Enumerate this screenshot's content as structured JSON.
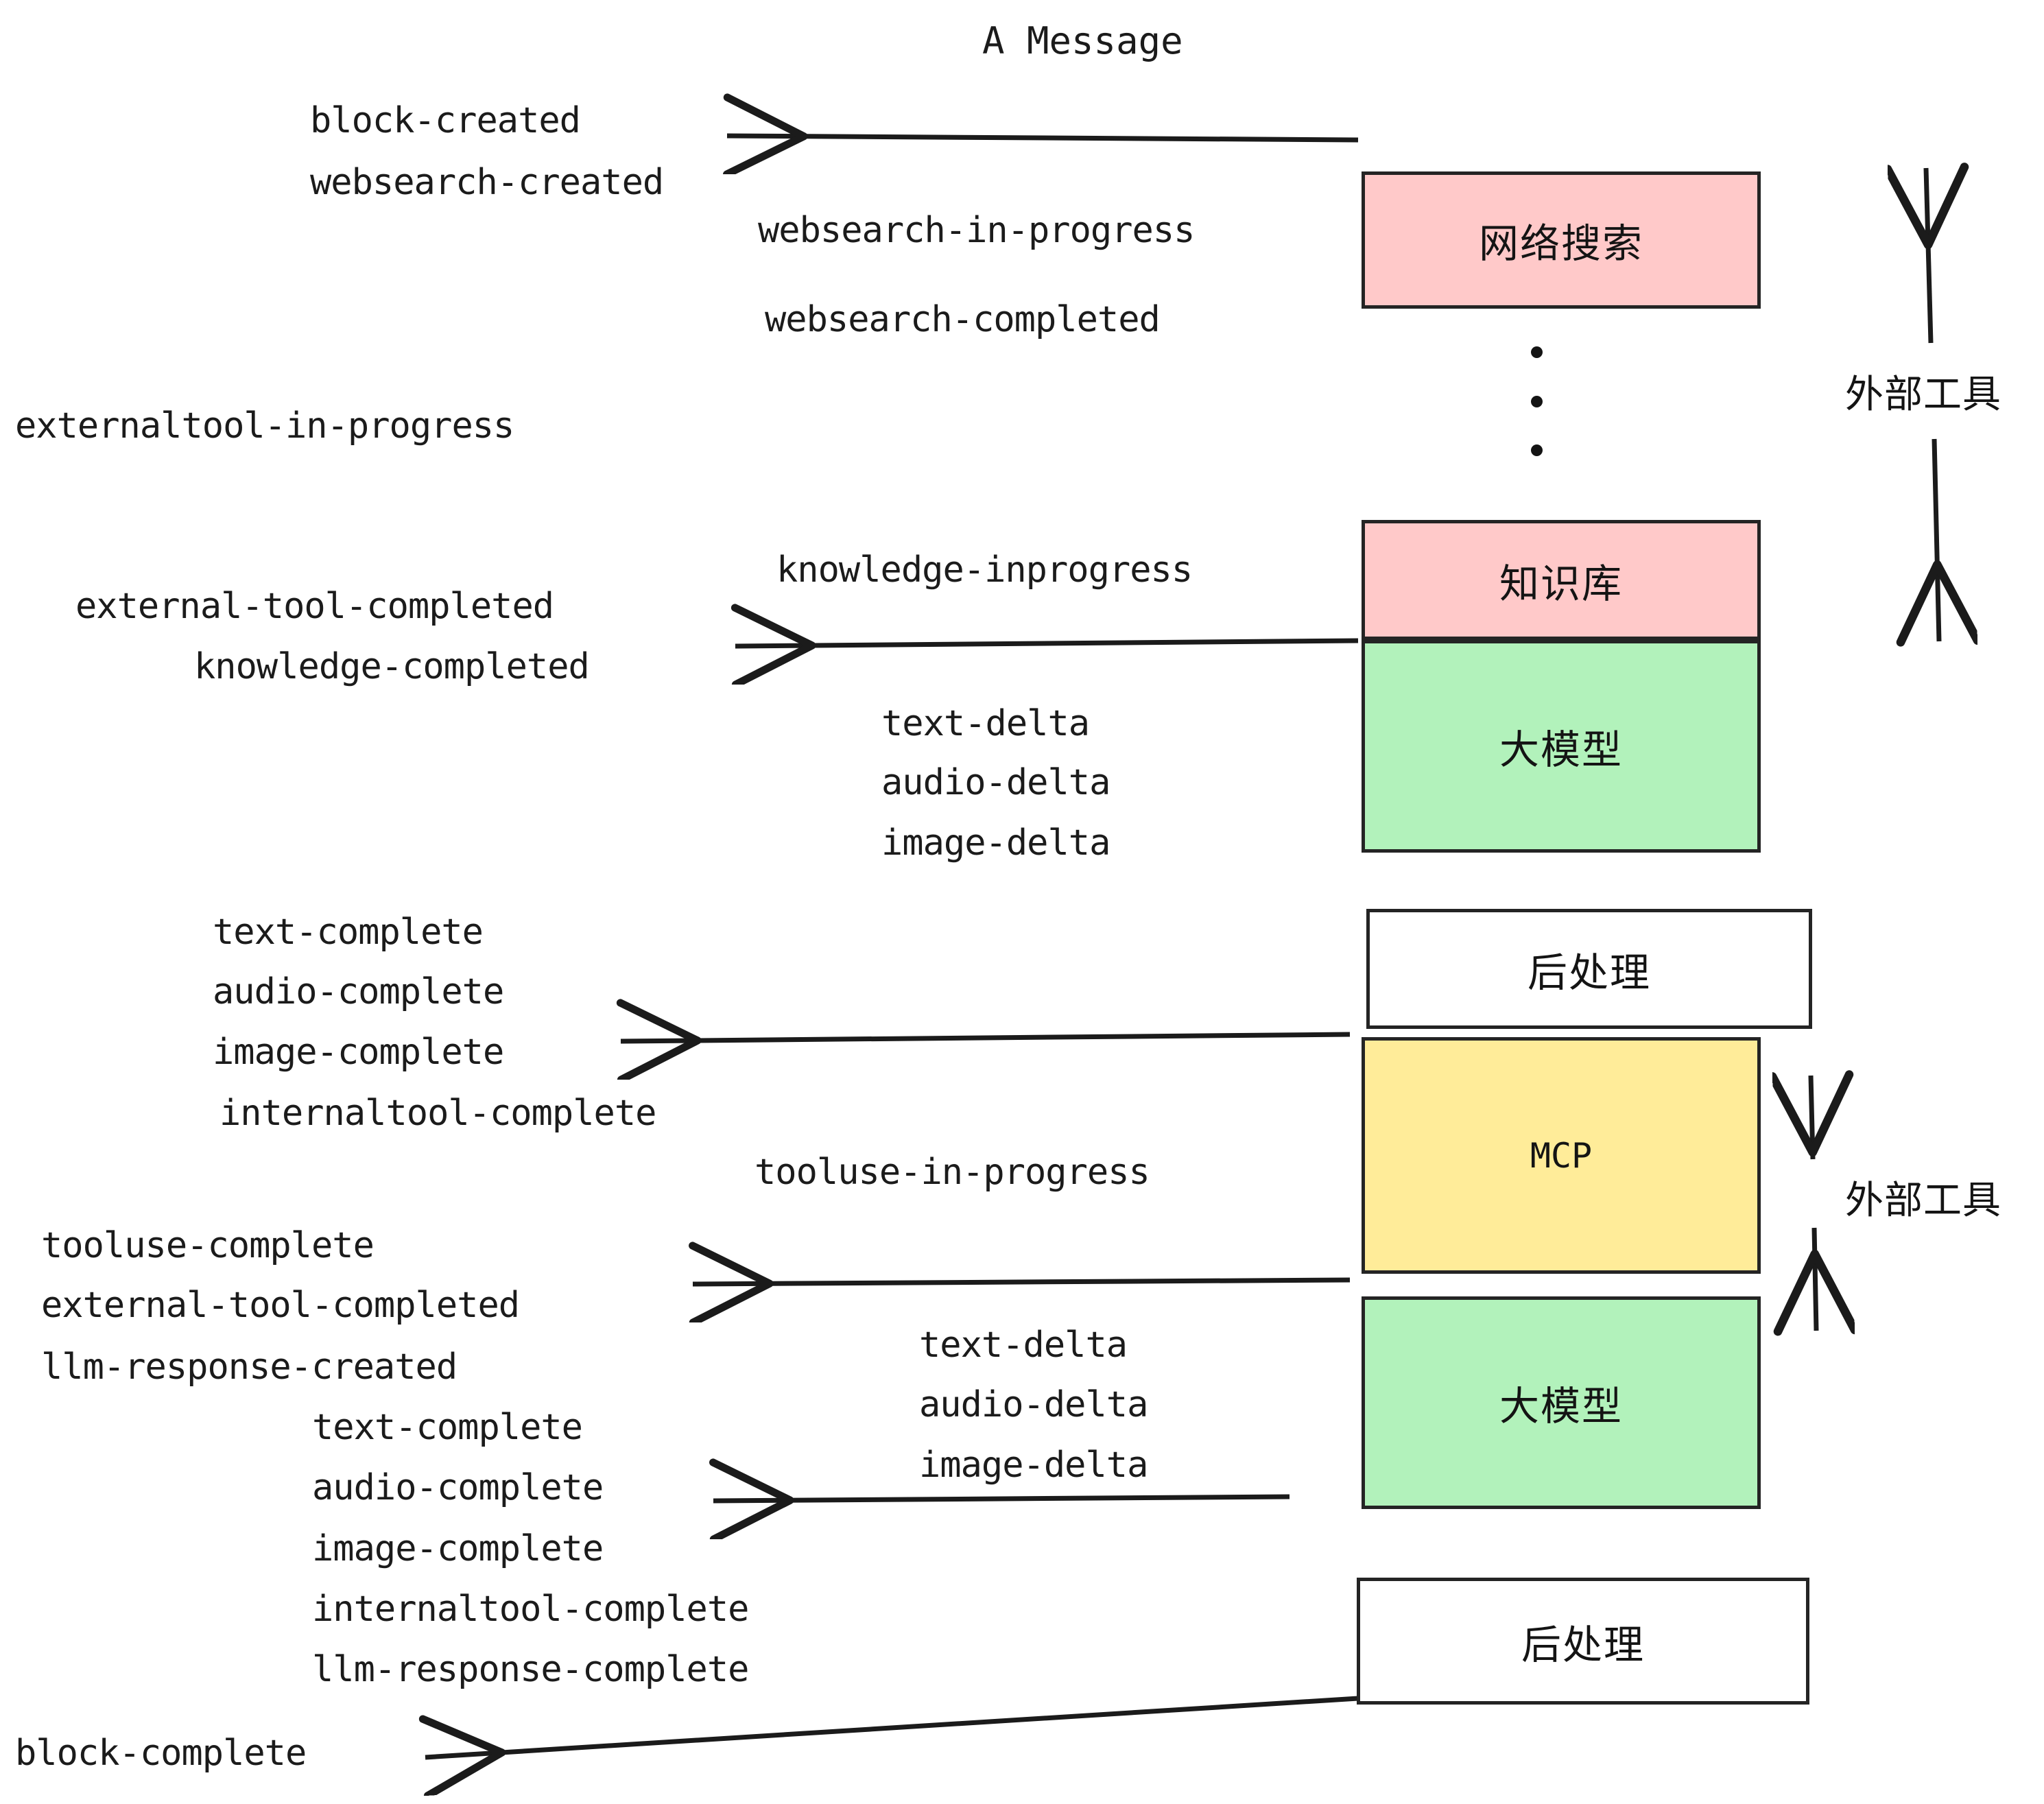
{
  "title": "A Message",
  "colors": {
    "pink": "#FFC9C9",
    "green": "#B2F2BB",
    "yellow": "#FFEC99",
    "white": "#FFFFFF",
    "stroke": "#242424",
    "text": "#1B1B1B"
  },
  "boxes": [
    {
      "label": "网络搜索",
      "fill": "#FFC9C9"
    },
    {
      "label": "知识库",
      "fill": "#FFC9C9"
    },
    {
      "label": "大模型",
      "fill": "#B2F2BB"
    },
    {
      "label": "后处理",
      "fill": "#FFFFFF"
    },
    {
      "label": "MCP",
      "fill": "#FFEC99"
    },
    {
      "label": "大模型",
      "fill": "#B2F2BB"
    },
    {
      "label": "后处理",
      "fill": "#FFFFFF"
    }
  ],
  "side_labels": [
    {
      "label": "外部工具"
    },
    {
      "label": "外部工具"
    }
  ],
  "events": [
    {
      "text": "block-created"
    },
    {
      "text": "websearch-created"
    },
    {
      "text": "websearch-in-progress"
    },
    {
      "text": "websearch-completed"
    },
    {
      "text": "externaltool-in-progress"
    },
    {
      "text": "knowledge-inprogress"
    },
    {
      "text": "external-tool-completed"
    },
    {
      "text": "knowledge-completed"
    },
    {
      "text": "text-delta"
    },
    {
      "text": "audio-delta"
    },
    {
      "text": "image-delta"
    },
    {
      "text": "text-complete"
    },
    {
      "text": "audio-complete"
    },
    {
      "text": "image-complete"
    },
    {
      "text": "internaltool-complete"
    },
    {
      "text": "tooluse-in-progress"
    },
    {
      "text": "tooluse-complete"
    },
    {
      "text": "external-tool-completed"
    },
    {
      "text": "llm-response-created"
    },
    {
      "text": "text-complete"
    },
    {
      "text": "audio-complete"
    },
    {
      "text": "image-complete"
    },
    {
      "text": "internaltool-complete"
    },
    {
      "text": "llm-response-complete"
    },
    {
      "text": "block-complete"
    },
    {
      "text": "text-delta"
    },
    {
      "text": "audio-delta"
    },
    {
      "text": "image-delta"
    }
  ],
  "ellipsis": "⋮"
}
